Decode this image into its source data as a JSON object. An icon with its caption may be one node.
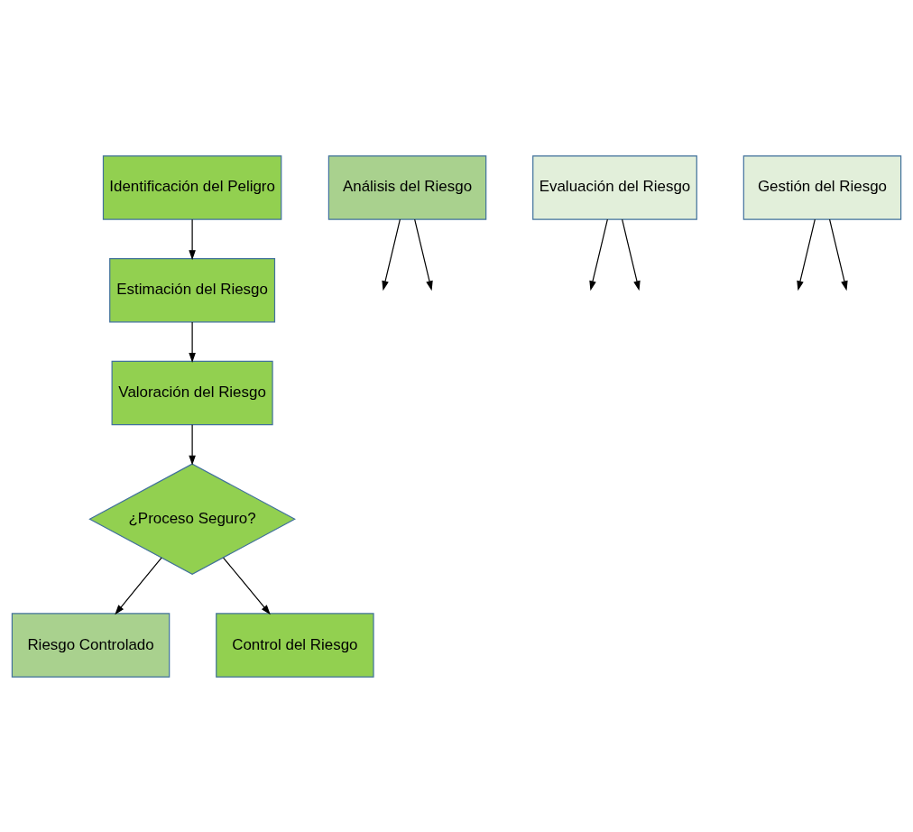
{
  "diagram": {
    "nodes": [
      {
        "text": [
          "Identificación del Peligro"
        ]
      },
      {
        "text": [
          "Análisis del Riesgo"
        ]
      },
      {
        "text": [
          "Estimación del Riesgo"
        ]
      },
      {
        "text": [
          "Evaluación del Riesgo"
        ]
      },
      {
        "text": [
          "Valoración del Riesgo"
        ]
      },
      {
        "text": [
          "Gestión del Riesgo"
        ]
      },
      {
        "text": [
          "¿Proceso Seguro?"
        ]
      },
      {
        "text": [
          "Riesgo Controlado"
        ]
      },
      {
        "text": [
          "Control del Riesgo"
        ]
      }
    ],
    "edges": [
      {
        "from": 0,
        "to": 2,
        "arrow": "to"
      },
      {
        "from": 2,
        "to": 4,
        "arrow": "to"
      },
      {
        "from": 4,
        "to": 6,
        "arrow": "to"
      },
      {
        "from": 6,
        "to": 7,
        "arrow": "to"
      },
      {
        "from": 6,
        "to": 8,
        "arrow": "to"
      },
      {
        "from": 1,
        "to": null,
        "arrow": "to"
      },
      {
        "from": 1,
        "to": null,
        "arrow": "to"
      },
      {
        "from": 3,
        "to": null,
        "arrow": "to"
      },
      {
        "from": 3,
        "to": null,
        "arrow": "to"
      },
      {
        "from": 5,
        "to": null,
        "arrow": "to"
      },
      {
        "from": 5,
        "to": null,
        "arrow": "to"
      }
    ]
  }
}
